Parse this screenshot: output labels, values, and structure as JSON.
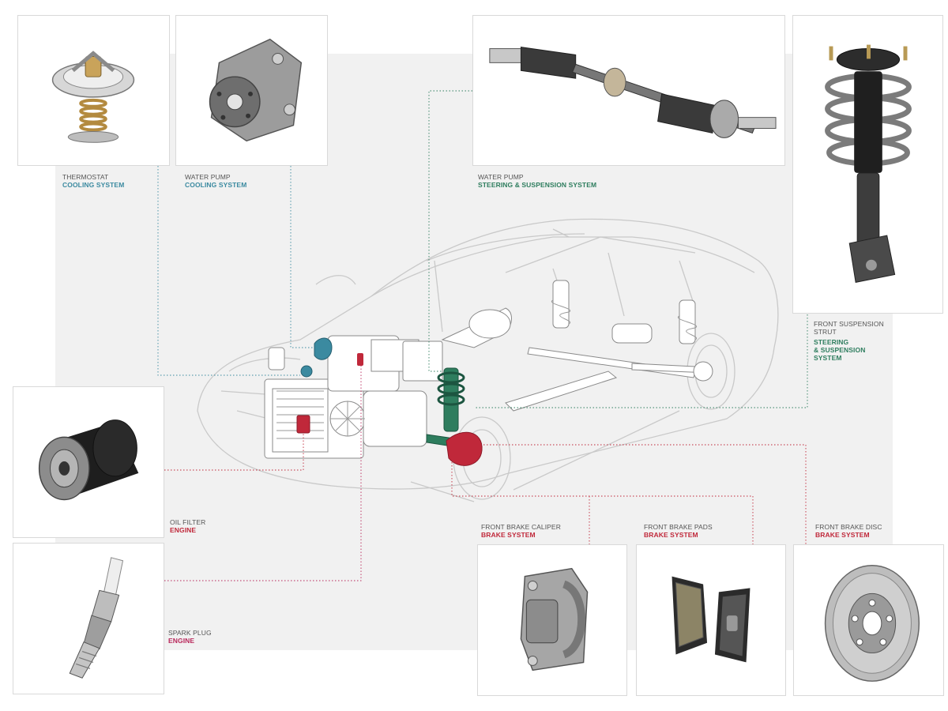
{
  "colors": {
    "cooling": "#3b8aa0",
    "steering": "#2e7d5e",
    "brake": "#c0283a",
    "engine": "#b8275a",
    "leader": "#c0283a"
  },
  "parts": {
    "thermostat": {
      "name": "THERMOSTAT",
      "system": "COOLING SYSTEM",
      "icon": "thermostat-icon"
    },
    "water_pump": {
      "name": "WATER PUMP",
      "system": "COOLING SYSTEM",
      "icon": "water-pump-icon"
    },
    "drive_shaft": {
      "name": "WATER PUMP",
      "system": "STEERING & SUSPENSION SYSTEM",
      "icon": "drive-shaft-icon"
    },
    "strut": {
      "name_line1": "FRONT SUSPENSION",
      "name_line2": "STRUT",
      "system_line1": "STEERING",
      "system_line2": "& SUSPENSION",
      "system_line3": "SYSTEM",
      "icon": "suspension-strut-icon"
    },
    "oil_filter": {
      "name": "OIL FILTER",
      "system": "ENGINE",
      "icon": "oil-filter-icon"
    },
    "spark_plug": {
      "name": "SPARK PLUG",
      "system": "ENGINE",
      "icon": "spark-plug-icon"
    },
    "caliper": {
      "name": "FRONT BRAKE CALIPER",
      "system": "BRAKE SYSTEM",
      "icon": "brake-caliper-icon"
    },
    "pads": {
      "name": "FRONT BRAKE PADS",
      "system": "BRAKE SYSTEM",
      "icon": "brake-pads-icon"
    },
    "disc": {
      "name": "FRONT BRAKE DISC",
      "system": "BRAKE SYSTEM",
      "icon": "brake-disc-icon"
    }
  }
}
